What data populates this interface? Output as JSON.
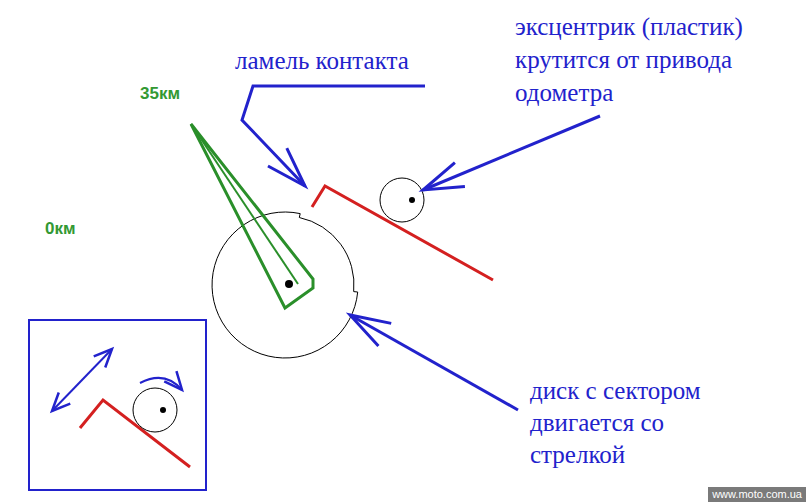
{
  "diagram": {
    "labels": [
      "35км",
      "0км",
      "ламель контакта",
      "эксцентрик (пластик) крутится от привода одометра",
      "диск с сектором двигается со стрелкой",
      "www.moto.com.ua"
    ]
  }
}
